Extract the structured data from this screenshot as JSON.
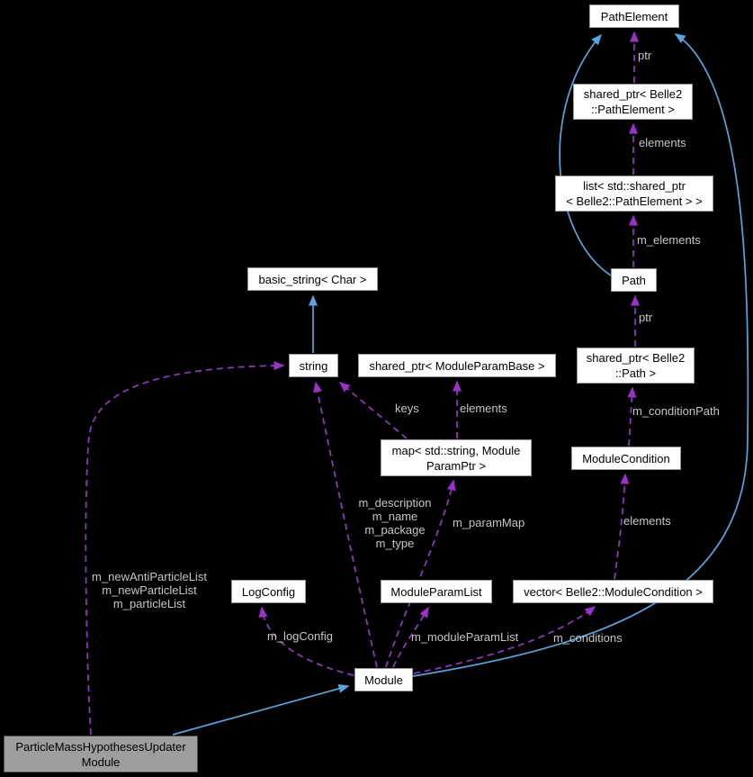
{
  "diagram": {
    "nodes": {
      "path_element": {
        "label": "PathElement"
      },
      "shared_ptr_path_element": {
        "label": "shared_ptr< Belle2\n::PathElement >"
      },
      "list_shared_ptr_path_element": {
        "label": "list< std::shared_ptr\n< Belle2::PathElement > >"
      },
      "path": {
        "label": "Path"
      },
      "basic_string": {
        "label": "basic_string< Char >"
      },
      "string": {
        "label": "string"
      },
      "shared_ptr_module_param_base": {
        "label": "shared_ptr< ModuleParamBase >"
      },
      "shared_ptr_path": {
        "label": "shared_ptr< Belle2\n::Path >"
      },
      "map_module_param_ptr": {
        "label": "map< std::string, Module\nParamPtr >"
      },
      "module_condition": {
        "label": "ModuleCondition"
      },
      "log_config": {
        "label": "LogConfig"
      },
      "module_param_list": {
        "label": "ModuleParamList"
      },
      "vector_module_condition": {
        "label": "vector< Belle2::ModuleCondition >"
      },
      "module": {
        "label": "Module"
      },
      "main": {
        "label": "ParticleMassHypothesesUpdater\nModule"
      }
    },
    "edge_labels": {
      "ptr_to_path_element": "ptr",
      "elements_to_shared_ptr_path_element": "elements",
      "m_elements": "m_elements",
      "ptr_to_path": "ptr",
      "m_condition_path": "m_conditionPath",
      "keys": "keys",
      "elements_to_shared_ptr_module_param_base": "elements",
      "m_param_map": "m_paramMap",
      "elements_to_module_condition": "elements",
      "module_string_members": "m_description\nm_name\nm_package\nm_type",
      "main_string_members": "m_newAntiParticleList\nm_newParticleList\nm_particleList",
      "m_log_config": "m_logConfig",
      "m_module_param_list": "m_moduleParamList",
      "m_conditions": "m_conditions"
    },
    "colors": {
      "background": "#000000",
      "node_fill": "#ffffff",
      "node_border": "#9a9a9a",
      "main_node_fill": "#9e9e9e",
      "main_node_border": "#4d4d4d",
      "inheritance_edge": "#55a5e5",
      "usage_edge": "#9d30cc",
      "edge_label_text": "#c6c6c6"
    }
  }
}
